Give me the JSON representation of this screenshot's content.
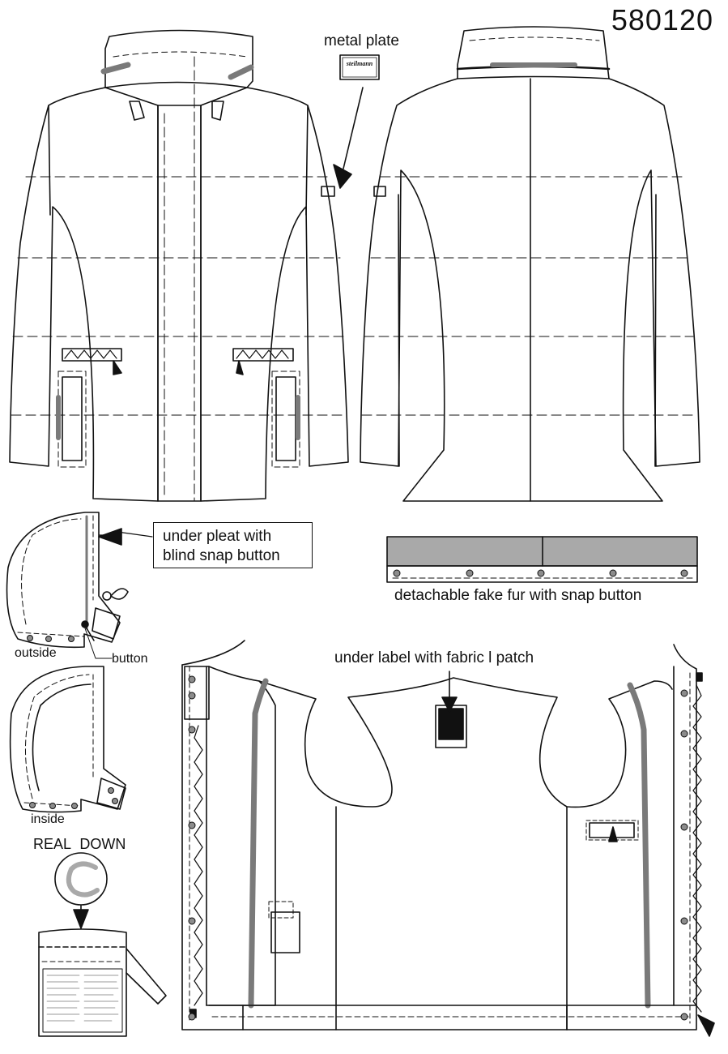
{
  "sheet": {
    "style_number": "580120"
  },
  "callouts": {
    "metal_plate": "metal plate",
    "plate_brand": "steilmann",
    "under_pleat_line1": "under pleat with",
    "under_pleat_line2": "blind snap button",
    "fur": "detachable fake fur with snap button",
    "outside": "outside",
    "button": "button",
    "inside": "inside",
    "real_down": "REAL DOWN",
    "under_label": "under label with fabric l patch"
  },
  "colors": {
    "line": "#111111",
    "trim_grey": "#7a7a7a",
    "fur_grey": "#a9a9a9",
    "snap_grey": "#8c8c8c"
  }
}
